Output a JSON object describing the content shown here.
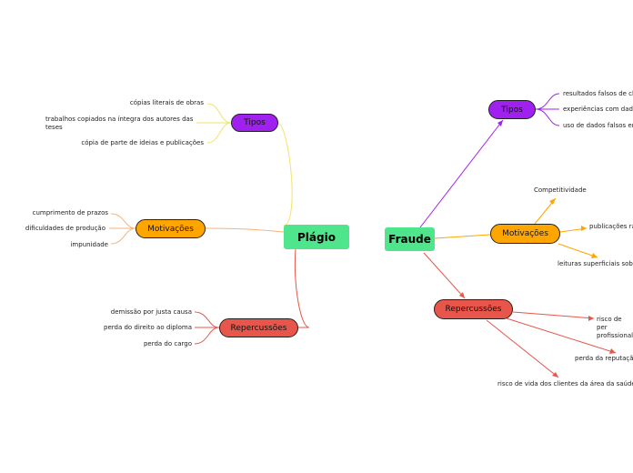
{
  "plagio": {
    "title": "Plágio",
    "tipos": {
      "label": "Tipos",
      "items": [
        "cópias literais de obras",
        "trabalhos copiados na íntegra dos autores das teses",
        "cópia de parte de ideias e publicações"
      ]
    },
    "motivacoes": {
      "label": "Motivações",
      "items": [
        "cumprimento de prazos",
        "dificuldades de produção",
        "impunidade"
      ]
    },
    "repercussoes": {
      "label": "Repercussões",
      "items": [
        "demissão por justa causa",
        "perda do direito ao diploma",
        "perda do cargo"
      ]
    }
  },
  "fraude": {
    "title": "Fraude",
    "tipos": {
      "label": "Tipos",
      "items": [
        "resultados falsos de cl",
        "experiências com dad",
        "uso de dados falsos en"
      ]
    },
    "motivacoes": {
      "label": "Motivações",
      "items": [
        "Competitividade",
        "publicações rá",
        "leituras superficiais sob"
      ]
    },
    "repercussoes": {
      "label": "Repercussões",
      "items": [
        "risco de per profissional",
        "perda da reputaçã",
        "risco de vida dos clientes da área da saúde"
      ]
    }
  },
  "colors": {
    "root": "#4ee58c",
    "purple": "#a020f0",
    "orange": "#ffa500",
    "red": "#e8564b",
    "yellow_link": "#f3e26a"
  }
}
